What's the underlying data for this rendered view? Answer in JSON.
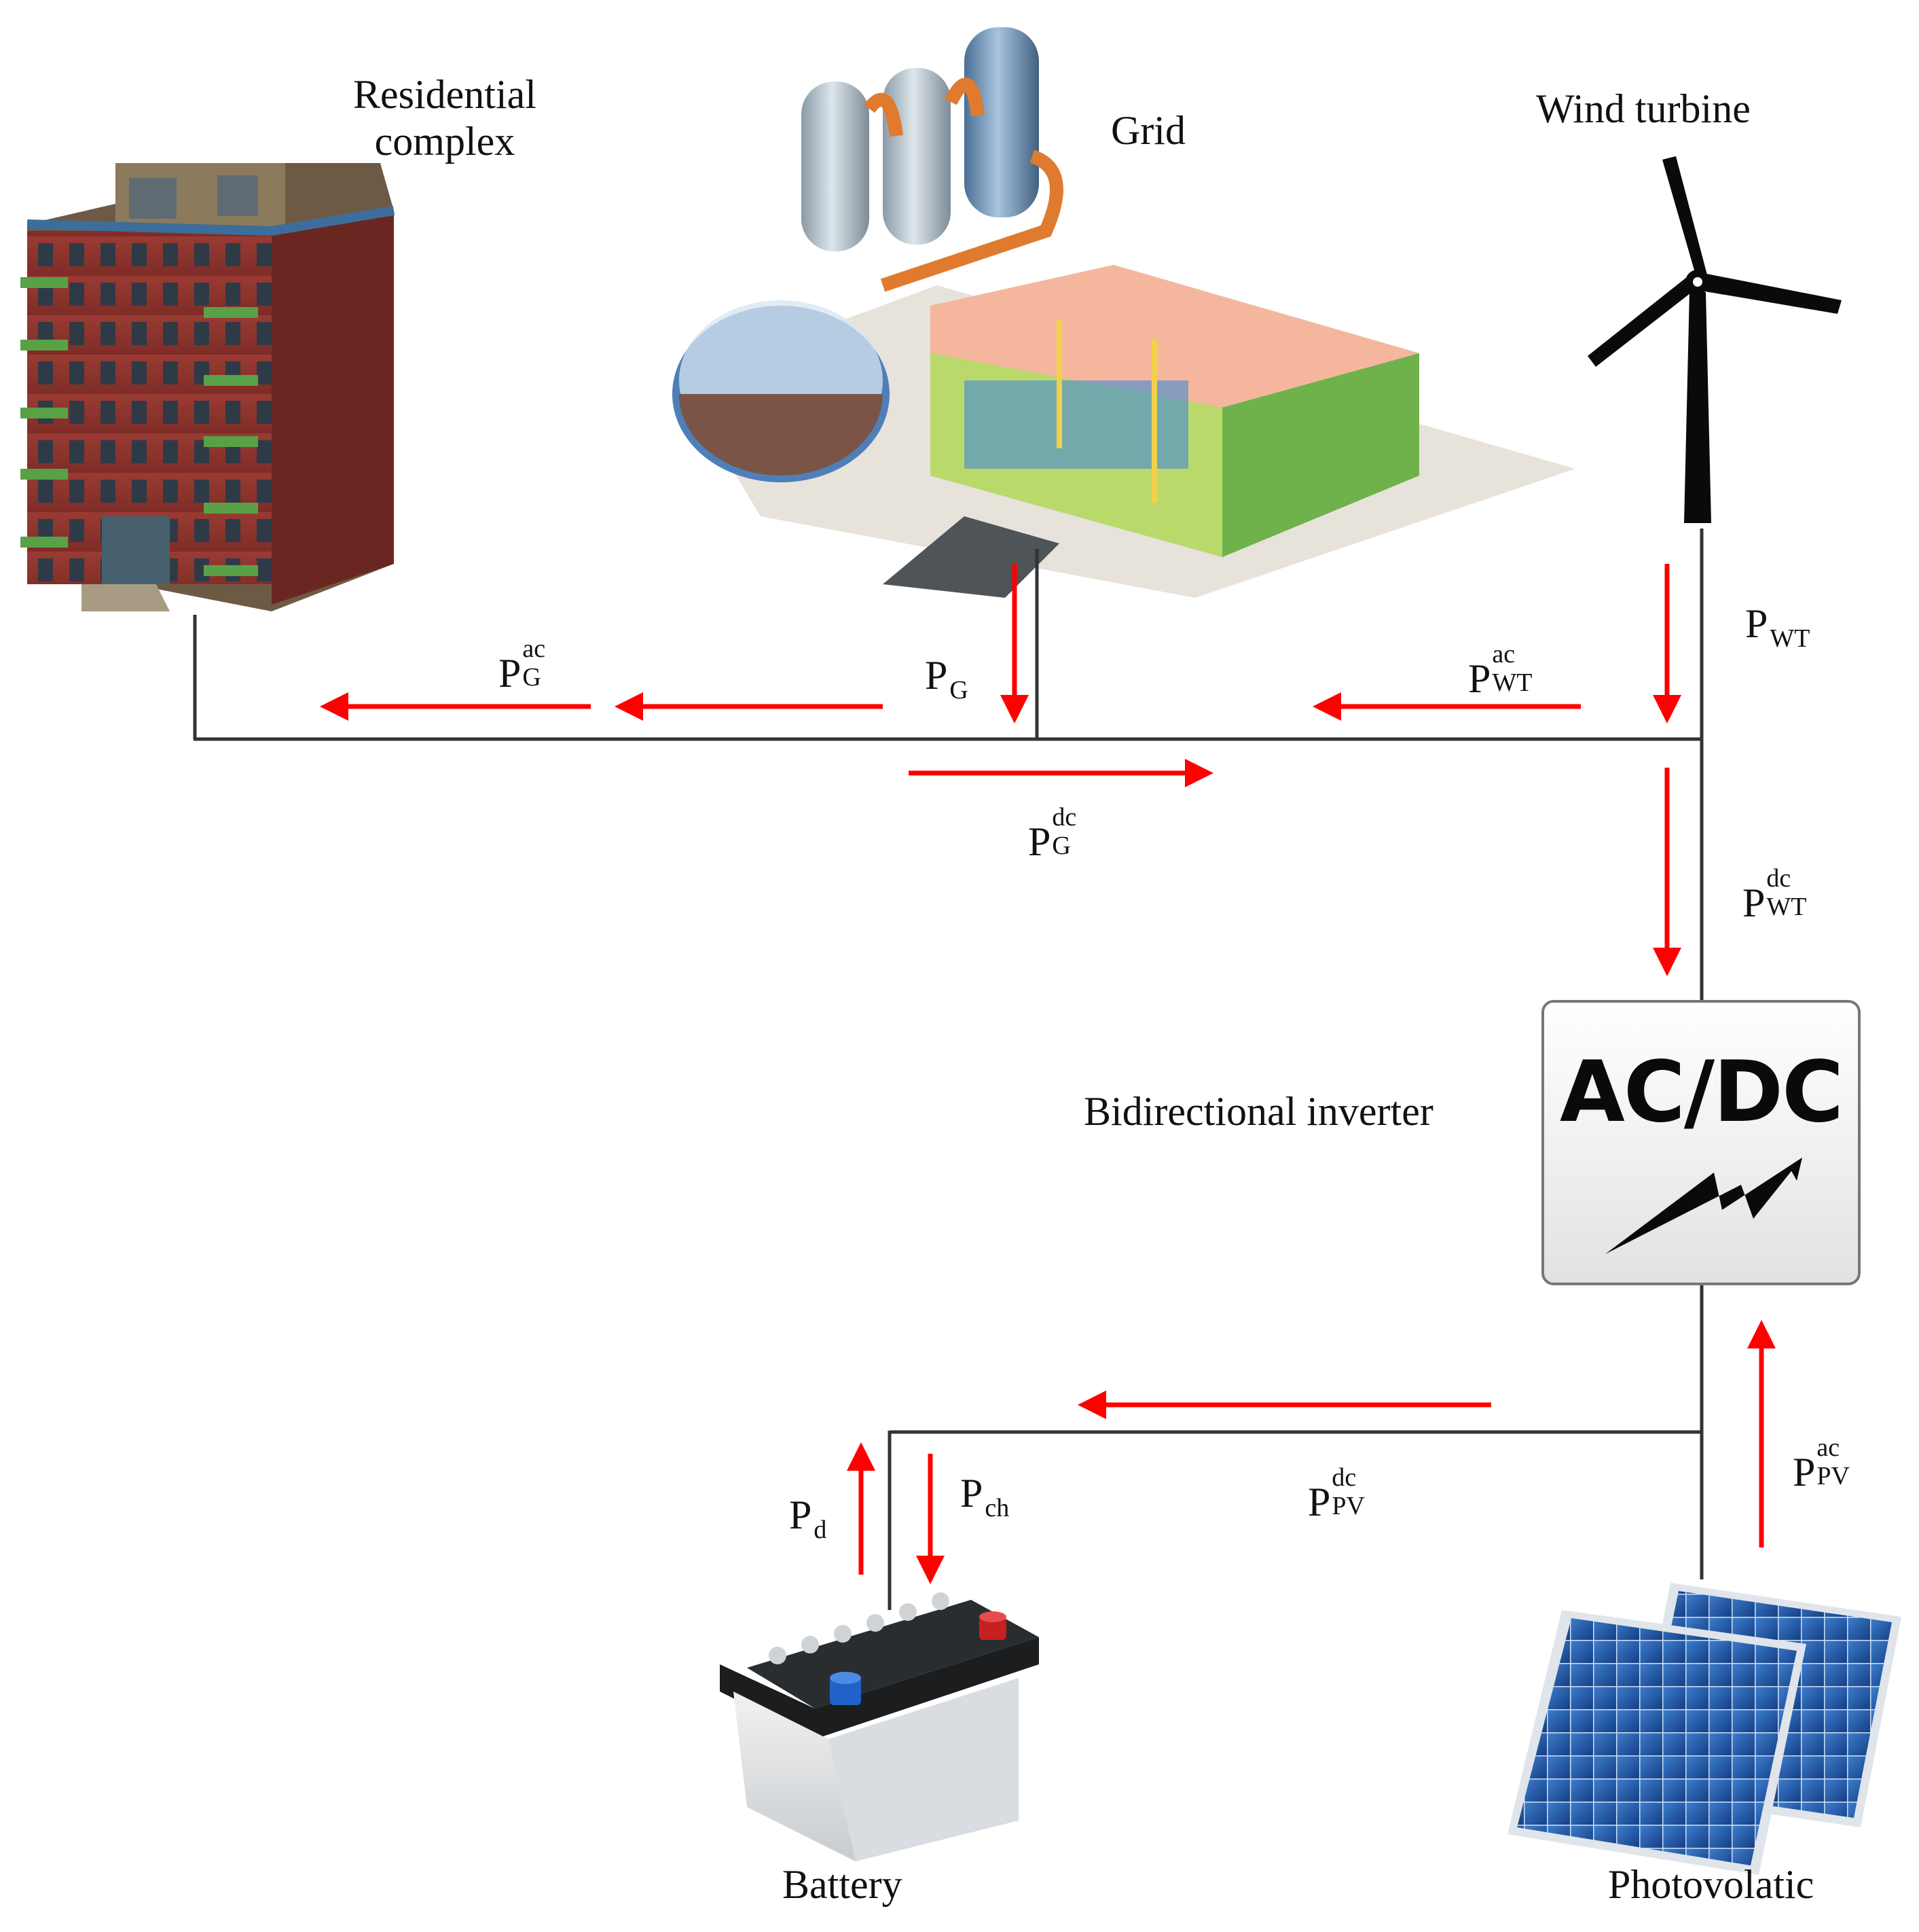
{
  "labels": {
    "residential": [
      "Residential",
      "complex"
    ],
    "grid": "Grid",
    "wind": "Wind turbine",
    "inverter": "Bidirectional inverter",
    "battery": "Battery",
    "pv": "Photovolatic"
  },
  "inverter_box": "AC/DC",
  "symbols": {
    "pg_ac": {
      "base": "P",
      "sub": "G",
      "sup": "ac"
    },
    "pg": {
      "base": "P",
      "sub": "G"
    },
    "pwt_ac": {
      "base": "P",
      "sub": "WT",
      "sup": "ac"
    },
    "pwt": {
      "base": "P",
      "sub": "WT"
    },
    "pg_dc": {
      "base": "P",
      "sub": "G",
      "sup": "dc"
    },
    "pwt_dc": {
      "base": "P",
      "sub": "WT",
      "sup": "dc"
    },
    "pd": {
      "base": "P",
      "sub": "d"
    },
    "pch": {
      "base": "P",
      "sub": "ch"
    },
    "ppv_dc": {
      "base": "P",
      "sub": "PV",
      "sup": "dc"
    },
    "ppv_ac": {
      "base": "P",
      "sub": "PV",
      "sup": "ac"
    }
  },
  "colors": {
    "arrow": "#ff0000",
    "line": "#333333"
  },
  "icons": [
    "building-icon",
    "power-plant-icon",
    "wind-turbine-icon",
    "lightning-icon",
    "car-battery-icon",
    "solar-panel-icon"
  ]
}
